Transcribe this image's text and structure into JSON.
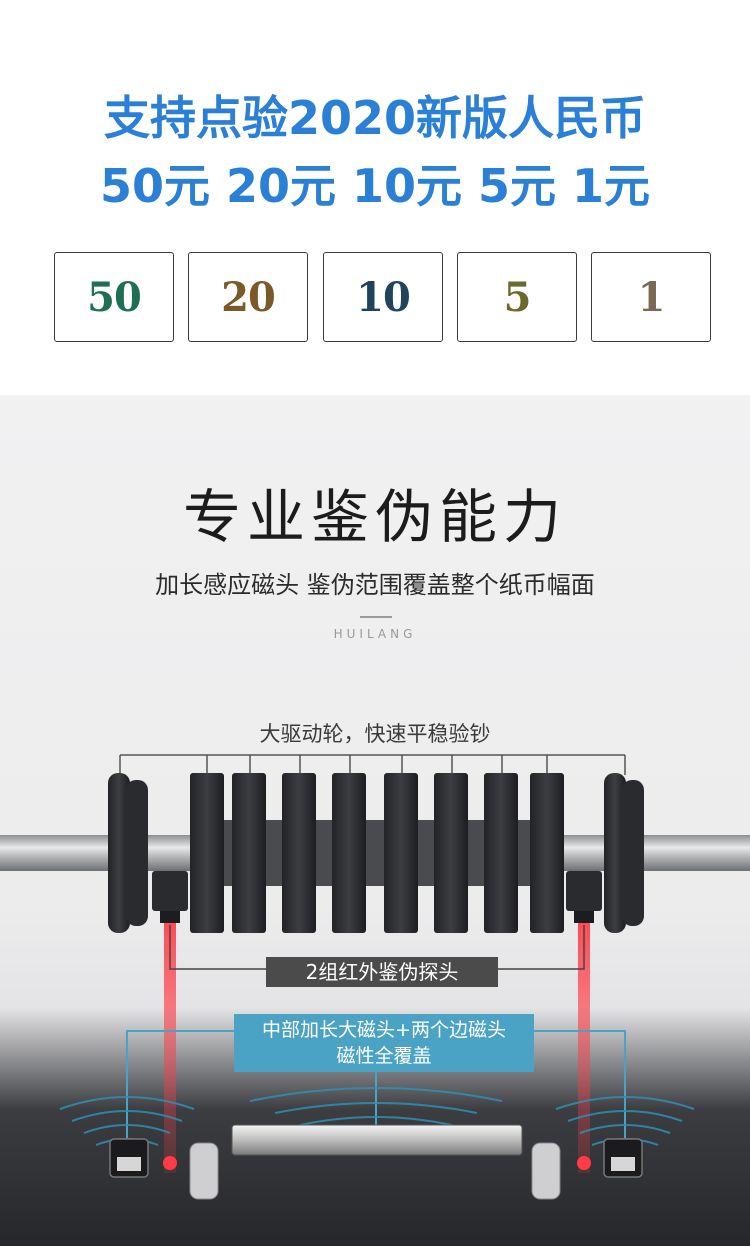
{
  "headline": {
    "line1": "支持点验2020新版人民币",
    "line2": "50元 20元 10元 5元 1元"
  },
  "notes": [
    {
      "label": "50",
      "color": "#1f6f55"
    },
    {
      "label": "20",
      "color": "#7a5a2a"
    },
    {
      "label": "10",
      "color": "#21445e"
    },
    {
      "label": "5",
      "color": "#6b6a2a"
    },
    {
      "label": "1",
      "color": "#7a6a55"
    }
  ],
  "section": {
    "title": "专业鉴伪能力",
    "subtitle": "加长感应磁头 鉴伪范围覆盖整个纸币幅面",
    "brand": "HUILANG"
  },
  "callouts": {
    "wheel": "大驱动轮，快速平稳验钞",
    "infrared": "2组红外鉴伪探头",
    "magnetic_line1": "中部加长大磁头+两个边磁头",
    "magnetic_line2": "磁性全覆盖"
  },
  "colors": {
    "headline": "#2a7fd6",
    "callout_magnetic": "#4aa2c4",
    "callout_infrared": "#4b4b4b",
    "laser": "#e2333b"
  }
}
